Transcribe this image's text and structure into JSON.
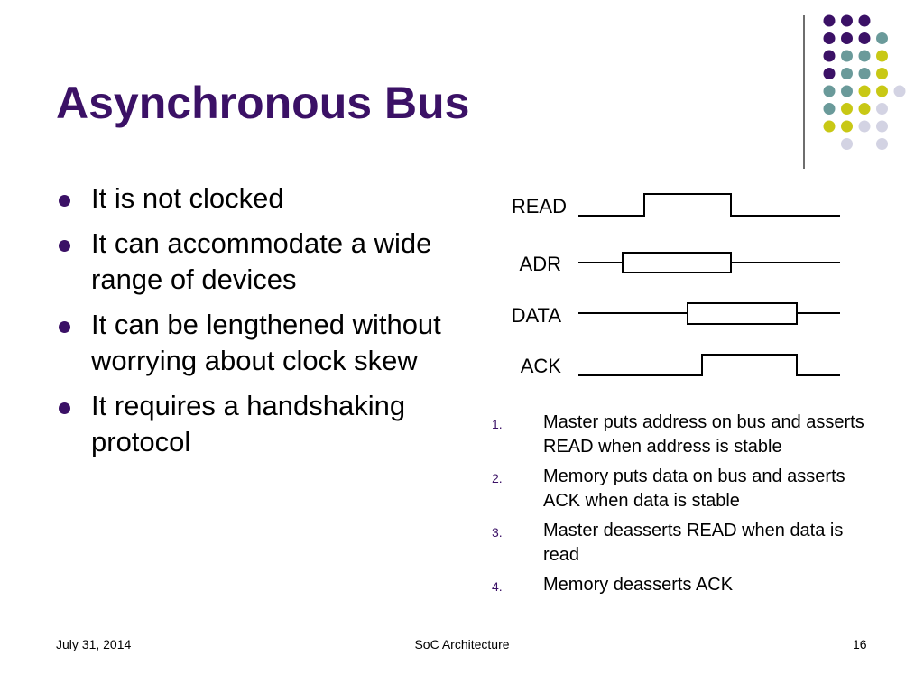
{
  "title": "Asynchronous Bus",
  "colors": {
    "purple": "#3b1166",
    "teal": "#6a9a9a",
    "lime": "#c8c815",
    "lavender": "#d3d3e3",
    "line": "#000000"
  },
  "bullets": [
    "It is not clocked",
    "It can accommodate a wide range of devices",
    "It can be lengthened without worrying about clock skew",
    "It requires a handshaking protocol"
  ],
  "signals": [
    {
      "name": "READ",
      "shape": "pulse"
    },
    {
      "name": "ADR",
      "shape": "bus"
    },
    {
      "name": "DATA",
      "shape": "bus"
    },
    {
      "name": "ACK",
      "shape": "pulse"
    }
  ],
  "steps": [
    {
      "number": "1.",
      "text": "Master puts address on bus and asserts READ when address is stable"
    },
    {
      "number": "2.",
      "text": "Memory puts data on bus and asserts ACK when data is stable"
    },
    {
      "number": "3.",
      "text": "Master deasserts READ when data is read"
    },
    {
      "number": "4.",
      "text": "Memory deasserts ACK"
    }
  ],
  "footer": {
    "date": "July 31, 2014",
    "center": "SoC Architecture",
    "page": "16"
  }
}
